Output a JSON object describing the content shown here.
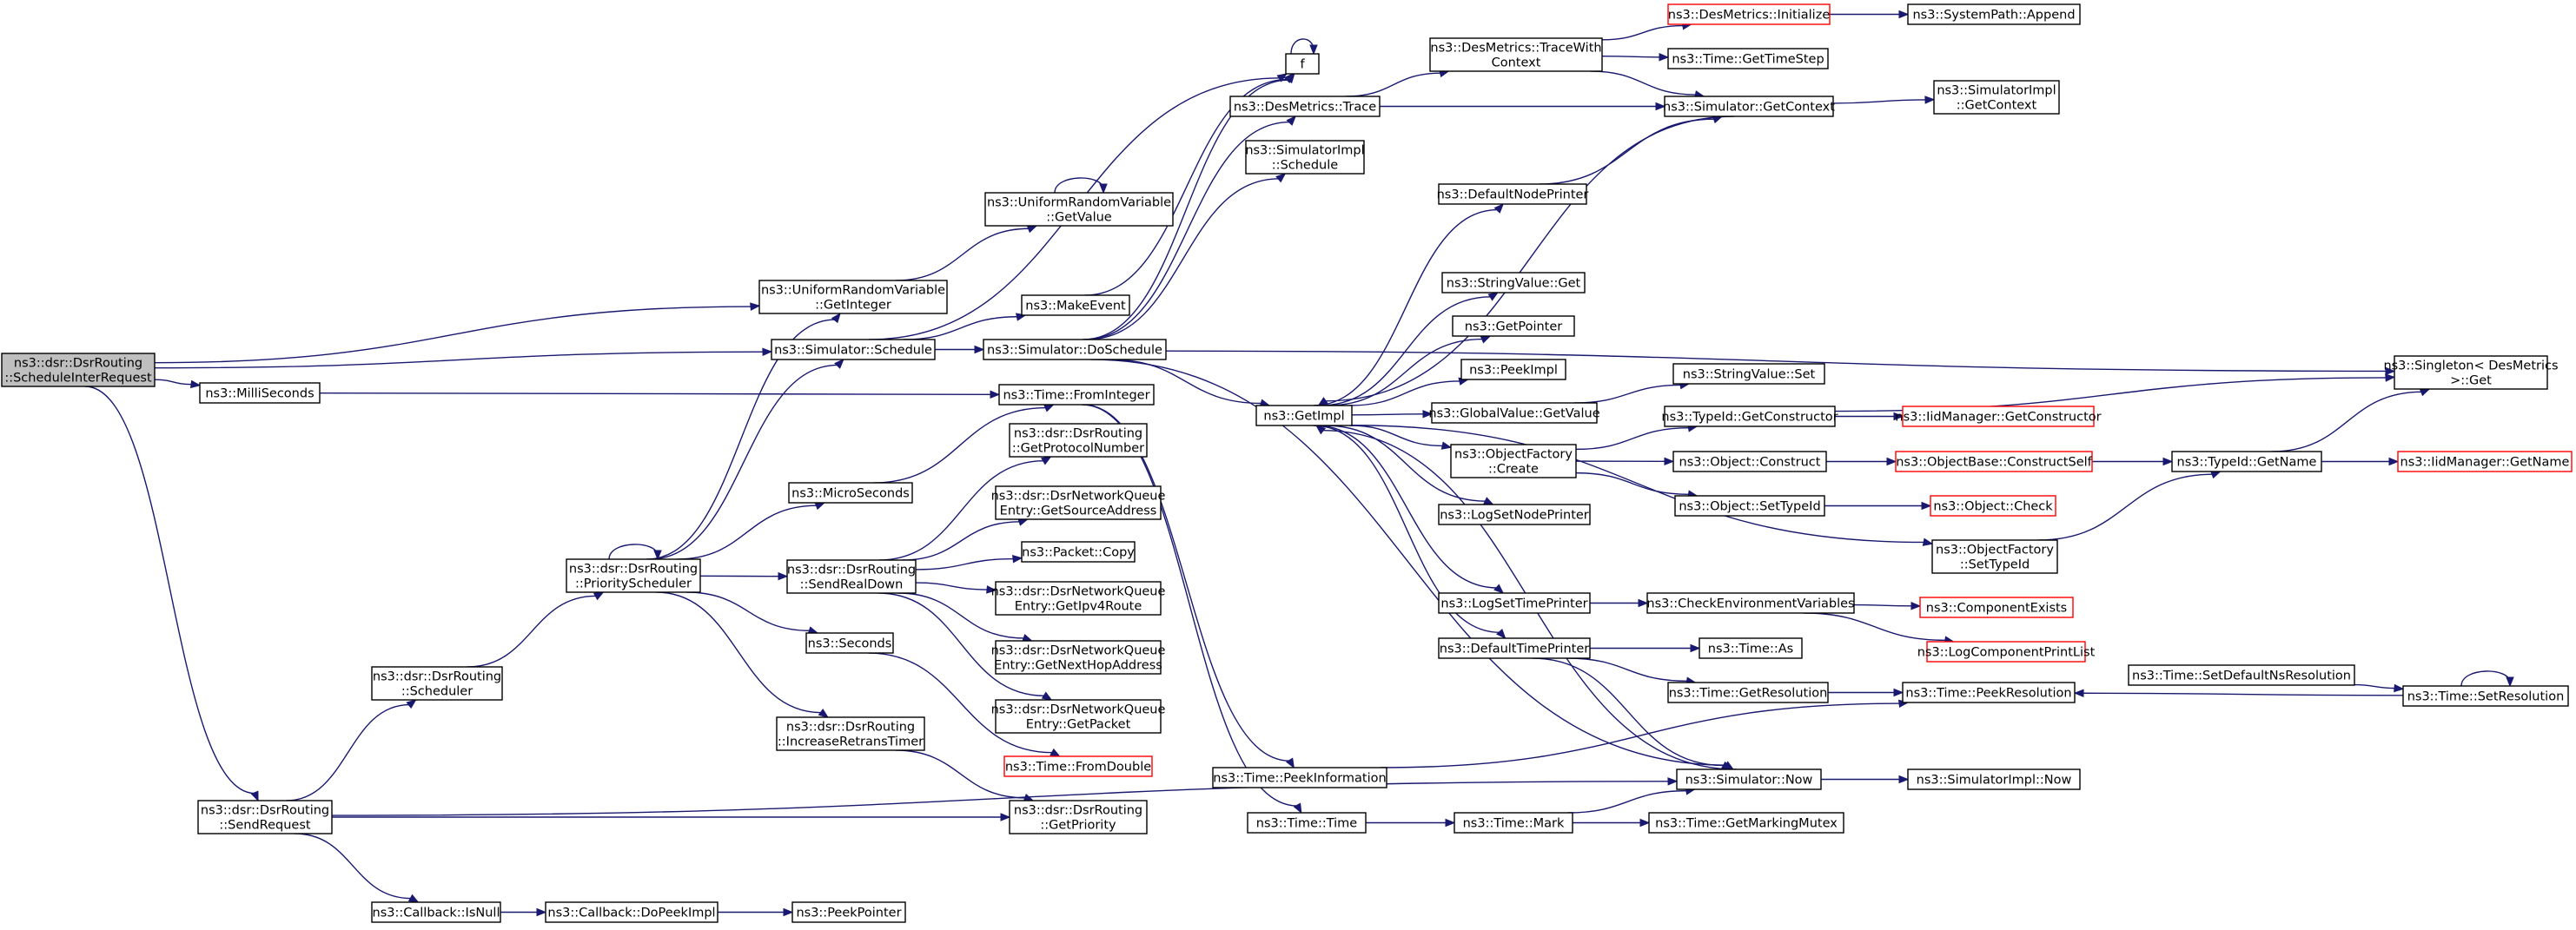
{
  "diagram": {
    "nodes": [
      {
        "id": "root",
        "lines": [
          "ns3::dsr::DsrRouting",
          "::ScheduleInterRequest"
        ],
        "style": "root"
      },
      {
        "id": "milliseconds",
        "lines": [
          "ns3::MilliSeconds"
        ]
      },
      {
        "id": "sendrequest",
        "lines": [
          "ns3::dsr::DsrRouting",
          "::SendRequest"
        ]
      },
      {
        "id": "scheduler",
        "lines": [
          "ns3::dsr::DsrRouting",
          "::Scheduler"
        ]
      },
      {
        "id": "callback_isnull",
        "lines": [
          "ns3::Callback::IsNull"
        ]
      },
      {
        "id": "callback_dopeekimpl",
        "lines": [
          "ns3::Callback::DoPeekImpl"
        ]
      },
      {
        "id": "peekpointer",
        "lines": [
          "ns3::PeekPointer"
        ]
      },
      {
        "id": "priorityscheduler",
        "lines": [
          "ns3::dsr::DsrRouting",
          "::PriorityScheduler"
        ]
      },
      {
        "id": "urv_getinteger",
        "lines": [
          "ns3::UniformRandomVariable",
          "::GetInteger"
        ]
      },
      {
        "id": "urv_getvalue",
        "lines": [
          "ns3::UniformRandomVariable",
          "::GetValue"
        ]
      },
      {
        "id": "sim_schedule",
        "lines": [
          "ns3::Simulator::Schedule"
        ]
      },
      {
        "id": "microseconds",
        "lines": [
          "ns3::MicroSeconds"
        ]
      },
      {
        "id": "sendrealdown",
        "lines": [
          "ns3::dsr::DsrRouting",
          "::SendRealDown"
        ]
      },
      {
        "id": "seconds",
        "lines": [
          "ns3::Seconds"
        ]
      },
      {
        "id": "increaseretrans",
        "lines": [
          "ns3::dsr::DsrRouting",
          "::IncreaseRetransTimer"
        ]
      },
      {
        "id": "getpriority",
        "lines": [
          "ns3::dsr::DsrRouting",
          "::GetPriority"
        ]
      },
      {
        "id": "makeevent",
        "lines": [
          "ns3::MakeEvent"
        ]
      },
      {
        "id": "f",
        "lines": [
          "f"
        ]
      },
      {
        "id": "desmetrics_trace",
        "lines": [
          "ns3::DesMetrics::Trace"
        ]
      },
      {
        "id": "simimpl_schedule",
        "lines": [
          "ns3::SimulatorImpl",
          "::Schedule"
        ]
      },
      {
        "id": "sim_doschedule",
        "lines": [
          "ns3::Simulator::DoSchedule"
        ]
      },
      {
        "id": "time_frominteger",
        "lines": [
          "ns3::Time::FromInteger"
        ]
      },
      {
        "id": "getprotocolnumber",
        "lines": [
          "ns3::dsr::DsrRouting",
          "::GetProtocolNumber"
        ]
      },
      {
        "id": "nq_getsourceaddress",
        "lines": [
          "ns3::dsr::DsrNetworkQueue",
          "Entry::GetSourceAddress"
        ]
      },
      {
        "id": "packet_copy",
        "lines": [
          "ns3::Packet::Copy"
        ]
      },
      {
        "id": "nq_getipv4route",
        "lines": [
          "ns3::dsr::DsrNetworkQueue",
          "Entry::GetIpv4Route"
        ]
      },
      {
        "id": "nq_getnexthop",
        "lines": [
          "ns3::dsr::DsrNetworkQueue",
          "Entry::GetNextHopAddress"
        ]
      },
      {
        "id": "nq_getpacket",
        "lines": [
          "ns3::dsr::DsrNetworkQueue",
          "Entry::GetPacket"
        ]
      },
      {
        "id": "time_fromdouble",
        "lines": [
          "ns3::Time::FromDouble"
        ],
        "style": "red"
      },
      {
        "id": "time_peekinformation",
        "lines": [
          "ns3::Time::PeekInformation"
        ]
      },
      {
        "id": "time_time",
        "lines": [
          "ns3::Time::Time"
        ]
      },
      {
        "id": "getimpl",
        "lines": [
          "ns3::GetImpl"
        ]
      },
      {
        "id": "desmetrics_tracewithcontext",
        "lines": [
          "ns3::DesMetrics::TraceWith",
          "Context"
        ]
      },
      {
        "id": "desmetrics_initialize",
        "lines": [
          "ns3::DesMetrics::Initialize"
        ],
        "style": "red"
      },
      {
        "id": "systempath_append",
        "lines": [
          "ns3::SystemPath::Append"
        ]
      },
      {
        "id": "time_gettimestep",
        "lines": [
          "ns3::Time::GetTimeStep"
        ]
      },
      {
        "id": "sim_getcontext",
        "lines": [
          "ns3::Simulator::GetContext"
        ]
      },
      {
        "id": "simimpl_getcontext",
        "lines": [
          "ns3::SimulatorImpl",
          "::GetContext"
        ]
      },
      {
        "id": "defaultnodeprinter",
        "lines": [
          "ns3::DefaultNodePrinter"
        ]
      },
      {
        "id": "stringvalue_get",
        "lines": [
          "ns3::StringValue::Get"
        ]
      },
      {
        "id": "getpointer",
        "lines": [
          "ns3::GetPointer"
        ]
      },
      {
        "id": "peekimpl",
        "lines": [
          "ns3::PeekImpl"
        ]
      },
      {
        "id": "globalvalue_getvalue",
        "lines": [
          "ns3::GlobalValue::GetValue"
        ]
      },
      {
        "id": "stringvalue_set",
        "lines": [
          "ns3::StringValue::Set"
        ]
      },
      {
        "id": "objectfactory_create",
        "lines": [
          "ns3::ObjectFactory",
          "::Create"
        ]
      },
      {
        "id": "typeid_getconstructor",
        "lines": [
          "ns3::TypeId::GetConstructor"
        ]
      },
      {
        "id": "iidmanager_getconstructor",
        "lines": [
          "ns3::IidManager::GetConstructor"
        ],
        "style": "red"
      },
      {
        "id": "object_construct",
        "lines": [
          "ns3::Object::Construct"
        ]
      },
      {
        "id": "objectbase_constructself",
        "lines": [
          "ns3::ObjectBase::ConstructSelf"
        ],
        "style": "red"
      },
      {
        "id": "object_settypeid",
        "lines": [
          "ns3::Object::SetTypeId"
        ]
      },
      {
        "id": "object_check",
        "lines": [
          "ns3::Object::Check"
        ],
        "style": "red"
      },
      {
        "id": "typeid_getname",
        "lines": [
          "ns3::TypeId::GetName"
        ]
      },
      {
        "id": "iidmanager_getname",
        "lines": [
          "ns3::IidManager::GetName"
        ],
        "style": "red"
      },
      {
        "id": "singleton_get",
        "lines": [
          "ns3::Singleton< DesMetrics",
          ">::Get"
        ]
      },
      {
        "id": "logsetnodeprinter",
        "lines": [
          "ns3::LogSetNodePrinter"
        ]
      },
      {
        "id": "objectfactory_settypeid",
        "lines": [
          "ns3::ObjectFactory",
          "::SetTypeId"
        ]
      },
      {
        "id": "logsettimeprinter",
        "lines": [
          "ns3::LogSetTimePrinter"
        ]
      },
      {
        "id": "checkenvvars",
        "lines": [
          "ns3::CheckEnvironmentVariables"
        ]
      },
      {
        "id": "componentexists",
        "lines": [
          "ns3::ComponentExists"
        ],
        "style": "red"
      },
      {
        "id": "logcomponentprintlist",
        "lines": [
          "ns3::LogComponentPrintList"
        ],
        "style": "red"
      },
      {
        "id": "defaulttimeprinter",
        "lines": [
          "ns3::DefaultTimePrinter"
        ]
      },
      {
        "id": "time_as",
        "lines": [
          "ns3::Time::As"
        ]
      },
      {
        "id": "time_getresolution",
        "lines": [
          "ns3::Time::GetResolution"
        ]
      },
      {
        "id": "time_peekresolution",
        "lines": [
          "ns3::Time::PeekResolution"
        ]
      },
      {
        "id": "time_setdefaultnsres",
        "lines": [
          "ns3::Time::SetDefaultNsResolution"
        ]
      },
      {
        "id": "time_setresolution",
        "lines": [
          "ns3::Time::SetResolution"
        ]
      },
      {
        "id": "sim_now",
        "lines": [
          "ns3::Simulator::Now"
        ]
      },
      {
        "id": "simimpl_now",
        "lines": [
          "ns3::SimulatorImpl::Now"
        ]
      },
      {
        "id": "time_mark",
        "lines": [
          "ns3::Time::Mark"
        ]
      },
      {
        "id": "time_getmarkingmutex",
        "lines": [
          "ns3::Time::GetMarkingMutex"
        ]
      }
    ],
    "edges": [
      [
        "root",
        "urv_getinteger"
      ],
      [
        "root",
        "sim_schedule"
      ],
      [
        "root",
        "milliseconds"
      ],
      [
        "root",
        "sendrequest"
      ],
      [
        "milliseconds",
        "time_frominteger"
      ],
      [
        "sendrequest",
        "scheduler"
      ],
      [
        "sendrequest",
        "getpriority"
      ],
      [
        "sendrequest",
        "callback_isnull"
      ],
      [
        "sendrequest",
        "sim_now"
      ],
      [
        "callback_isnull",
        "callback_dopeekimpl"
      ],
      [
        "callback_dopeekimpl",
        "peekpointer"
      ],
      [
        "scheduler",
        "priorityscheduler"
      ],
      [
        "priorityscheduler",
        "priorityscheduler"
      ],
      [
        "priorityscheduler",
        "urv_getinteger"
      ],
      [
        "priorityscheduler",
        "sim_schedule"
      ],
      [
        "priorityscheduler",
        "microseconds"
      ],
      [
        "priorityscheduler",
        "sendrealdown"
      ],
      [
        "priorityscheduler",
        "seconds"
      ],
      [
        "priorityscheduler",
        "increaseretrans"
      ],
      [
        "urv_getinteger",
        "urv_getvalue"
      ],
      [
        "urv_getvalue",
        "urv_getvalue"
      ],
      [
        "sim_schedule",
        "makeevent"
      ],
      [
        "sim_schedule",
        "sim_doschedule"
      ],
      [
        "sim_schedule",
        "f"
      ],
      [
        "makeevent",
        "f"
      ],
      [
        "f",
        "f"
      ],
      [
        "microseconds",
        "time_frominteger"
      ],
      [
        "sendrealdown",
        "getprotocolnumber"
      ],
      [
        "sendrealdown",
        "nq_getsourceaddress"
      ],
      [
        "sendrealdown",
        "packet_copy"
      ],
      [
        "sendrealdown",
        "nq_getipv4route"
      ],
      [
        "sendrealdown",
        "nq_getnexthop"
      ],
      [
        "sendrealdown",
        "nq_getpacket"
      ],
      [
        "seconds",
        "time_fromdouble"
      ],
      [
        "increaseretrans",
        "getpriority"
      ],
      [
        "sim_doschedule",
        "f"
      ],
      [
        "sim_doschedule",
        "desmetrics_trace"
      ],
      [
        "sim_doschedule",
        "simimpl_schedule"
      ],
      [
        "sim_doschedule",
        "singleton_get"
      ],
      [
        "sim_doschedule",
        "getimpl"
      ],
      [
        "sim_doschedule",
        "sim_now"
      ],
      [
        "time_frominteger",
        "time_peekinformation"
      ],
      [
        "time_frominteger",
        "time_time"
      ],
      [
        "desmetrics_trace",
        "desmetrics_tracewithcontext"
      ],
      [
        "desmetrics_trace",
        "sim_getcontext"
      ],
      [
        "desmetrics_tracewithcontext",
        "desmetrics_initialize"
      ],
      [
        "desmetrics_tracewithcontext",
        "time_gettimestep"
      ],
      [
        "desmetrics_tracewithcontext",
        "sim_getcontext"
      ],
      [
        "desmetrics_initialize",
        "systempath_append"
      ],
      [
        "sim_getcontext",
        "simimpl_getcontext"
      ],
      [
        "sim_getcontext",
        "getimpl"
      ],
      [
        "defaultnodeprinter",
        "sim_getcontext"
      ],
      [
        "getimpl",
        "defaultnodeprinter"
      ],
      [
        "getimpl",
        "stringvalue_get"
      ],
      [
        "getimpl",
        "getpointer"
      ],
      [
        "getimpl",
        "peekimpl"
      ],
      [
        "getimpl",
        "globalvalue_getvalue"
      ],
      [
        "getimpl",
        "objectfactory_create"
      ],
      [
        "getimpl",
        "logsetnodeprinter"
      ],
      [
        "getimpl",
        "objectfactory_settypeid"
      ],
      [
        "getimpl",
        "logsettimeprinter"
      ],
      [
        "getimpl",
        "defaulttimeprinter"
      ],
      [
        "globalvalue_getvalue",
        "stringvalue_set"
      ],
      [
        "objectfactory_create",
        "typeid_getconstructor"
      ],
      [
        "objectfactory_create",
        "object_construct"
      ],
      [
        "objectfactory_create",
        "object_settypeid"
      ],
      [
        "typeid_getconstructor",
        "iidmanager_getconstructor"
      ],
      [
        "typeid_getconstructor",
        "singleton_get"
      ],
      [
        "object_construct",
        "objectbase_constructself"
      ],
      [
        "objectbase_constructself",
        "typeid_getname"
      ],
      [
        "object_settypeid",
        "object_check"
      ],
      [
        "typeid_getname",
        "iidmanager_getname"
      ],
      [
        "typeid_getname",
        "singleton_get"
      ],
      [
        "objectfactory_settypeid",
        "typeid_getname"
      ],
      [
        "logsettimeprinter",
        "checkenvvars"
      ],
      [
        "checkenvvars",
        "componentexists"
      ],
      [
        "checkenvvars",
        "logcomponentprintlist"
      ],
      [
        "defaulttimeprinter",
        "time_as"
      ],
      [
        "defaulttimeprinter",
        "time_getresolution"
      ],
      [
        "defaulttimeprinter",
        "sim_now"
      ],
      [
        "time_getresolution",
        "time_peekresolution"
      ],
      [
        "time_setdefaultnsres",
        "time_setresolution"
      ],
      [
        "time_setresolution",
        "time_setresolution"
      ],
      [
        "time_setresolution",
        "time_peekresolution"
      ],
      [
        "sim_now",
        "getimpl"
      ],
      [
        "sim_now",
        "simimpl_now"
      ],
      [
        "time_peekinformation",
        "time_peekresolution"
      ],
      [
        "time_time",
        "time_mark"
      ],
      [
        "time_mark",
        "sim_now"
      ],
      [
        "time_mark",
        "time_getmarkingmutex"
      ]
    ]
  }
}
